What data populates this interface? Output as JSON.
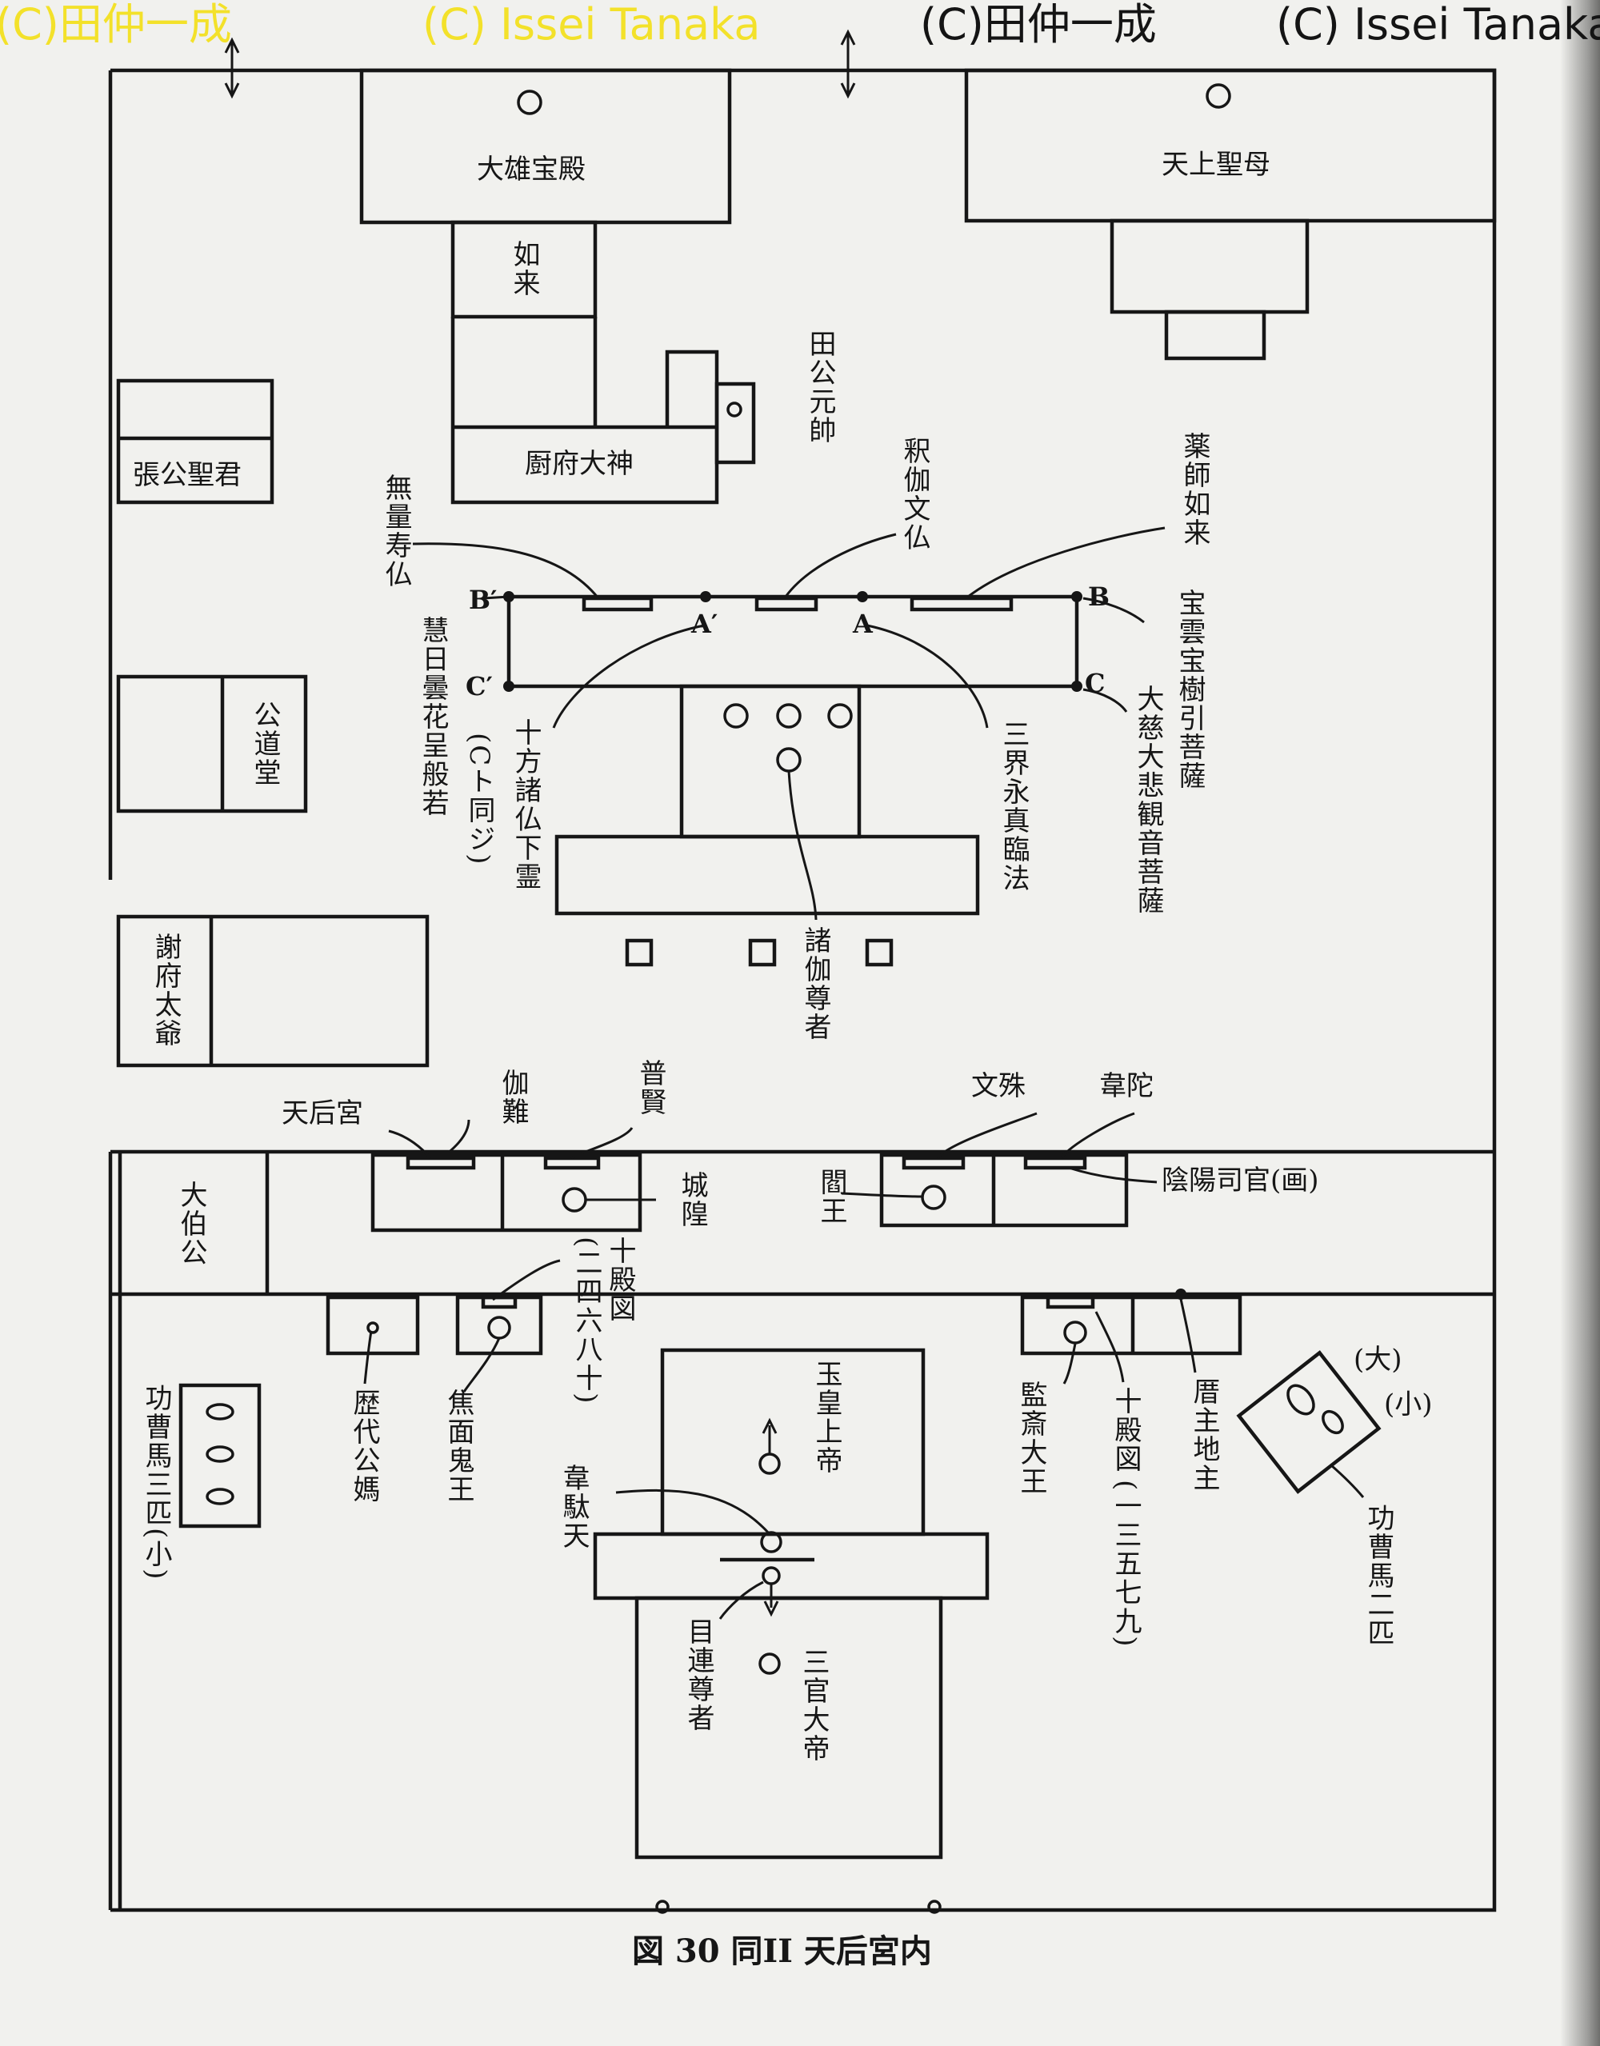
{
  "watermarks": {
    "w1": "(C)田仲一成",
    "w2": "(C) Issei Tanaka",
    "w3": "(C)田仲一成",
    "w4": "(C) Issei Tanaka"
  },
  "rooms": {
    "daiyu": "大雄宝殿",
    "tenjo": "天上聖母",
    "nyorai": "如来",
    "sahu": "㕑府大神",
    "chokou": "張公聖君",
    "koudou": "公道堂",
    "shafu": "謝府太爺",
    "taihaku": "大伯公"
  },
  "labels": {
    "denkou": "田公元帥",
    "muryou": "無量寿仏",
    "shaka": "釈伽文仏",
    "yakushi": "薬師如来",
    "eniji": "慧日曇花呈般若",
    "ctodoji": "(Cト同ジ)",
    "jippou": "十方諸仏下霊",
    "sangai": "三界永真臨法",
    "houun": "宝雲宝樹引菩薩",
    "daiji": "大慈大悲観音菩薩",
    "shoka": "諸伽尊者",
    "tengo": "天后宮",
    "kanan": "伽難",
    "fugen": "普賢",
    "monju": "文殊",
    "idaten": "韋陀",
    "jouko": "城隍",
    "enou": "閻王",
    "inyou": "陰陽司官(画)",
    "jitten1": "十殿図",
    "jitten1n": "(二四六八十)",
    "rekidai": "歴代公媽",
    "shoumen": "焦面鬼王",
    "gyokukou": "玉皇上帝",
    "idaten2": "韋駄天",
    "mokuren": "目連尊者",
    "sankan": "三官大帝",
    "kansai": "監斎大王",
    "jitten2": "十殿図",
    "jitten2n": "(一三五七九)",
    "tenshu": "厝主地主",
    "kousou3": "功曹馬三匹(小)",
    "kousou2": "功曹馬二匹",
    "dai": "(大)",
    "shou": "(小)"
  },
  "points": {
    "b2": "B′",
    "a2": "A′",
    "a": "A",
    "b": "B",
    "c2": "C′",
    "c": "C"
  },
  "caption": "図 30 同II 天后宮内"
}
